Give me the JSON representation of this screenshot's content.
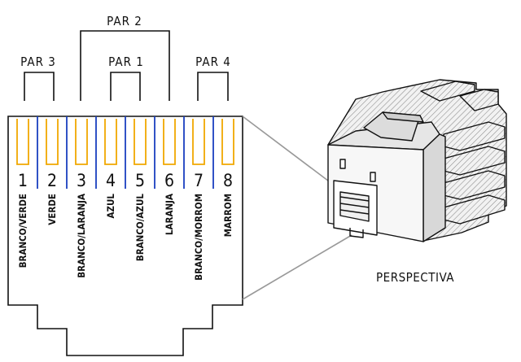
{
  "pairs": [
    {
      "label": "PAR 3"
    },
    {
      "label": "PAR 2"
    },
    {
      "label": "PAR 1"
    },
    {
      "label": "PAR 4"
    }
  ],
  "pins": [
    {
      "number": "1",
      "name": "BRANCO/VERDE",
      "color": "#f0a800",
      "separator": "#1a3fbf"
    },
    {
      "number": "2",
      "name": "VERDE",
      "color": "#f0a800",
      "separator": "#1a3fbf"
    },
    {
      "number": "3",
      "name": "BRANCO/LARANJA",
      "color": "#f0a800",
      "separator": "#1a3fbf"
    },
    {
      "number": "4",
      "name": "AZUL",
      "color": "#f0a800",
      "separator": "#1a3fbf"
    },
    {
      "number": "5",
      "name": "BRANCO/AZUL",
      "color": "#f0a800",
      "separator": "#1a3fbf"
    },
    {
      "number": "6",
      "name": "LARANJA",
      "color": "#f0a800",
      "separator": "#1a3fbf"
    },
    {
      "number": "7",
      "name": "BRANCO/MORROM",
      "color": "#f0a800",
      "separator": "#1a3fbf"
    },
    {
      "number": "8",
      "name": "MARROM",
      "color": "#f0a800",
      "separator": "#1a3fbf"
    }
  ],
  "perspective_label": "PERSPECTIVA",
  "colors": {
    "contact": "#f0a800",
    "divider": "#1a3fbf",
    "line": "#111111",
    "hatch": "#888888",
    "leader": "#999999"
  }
}
